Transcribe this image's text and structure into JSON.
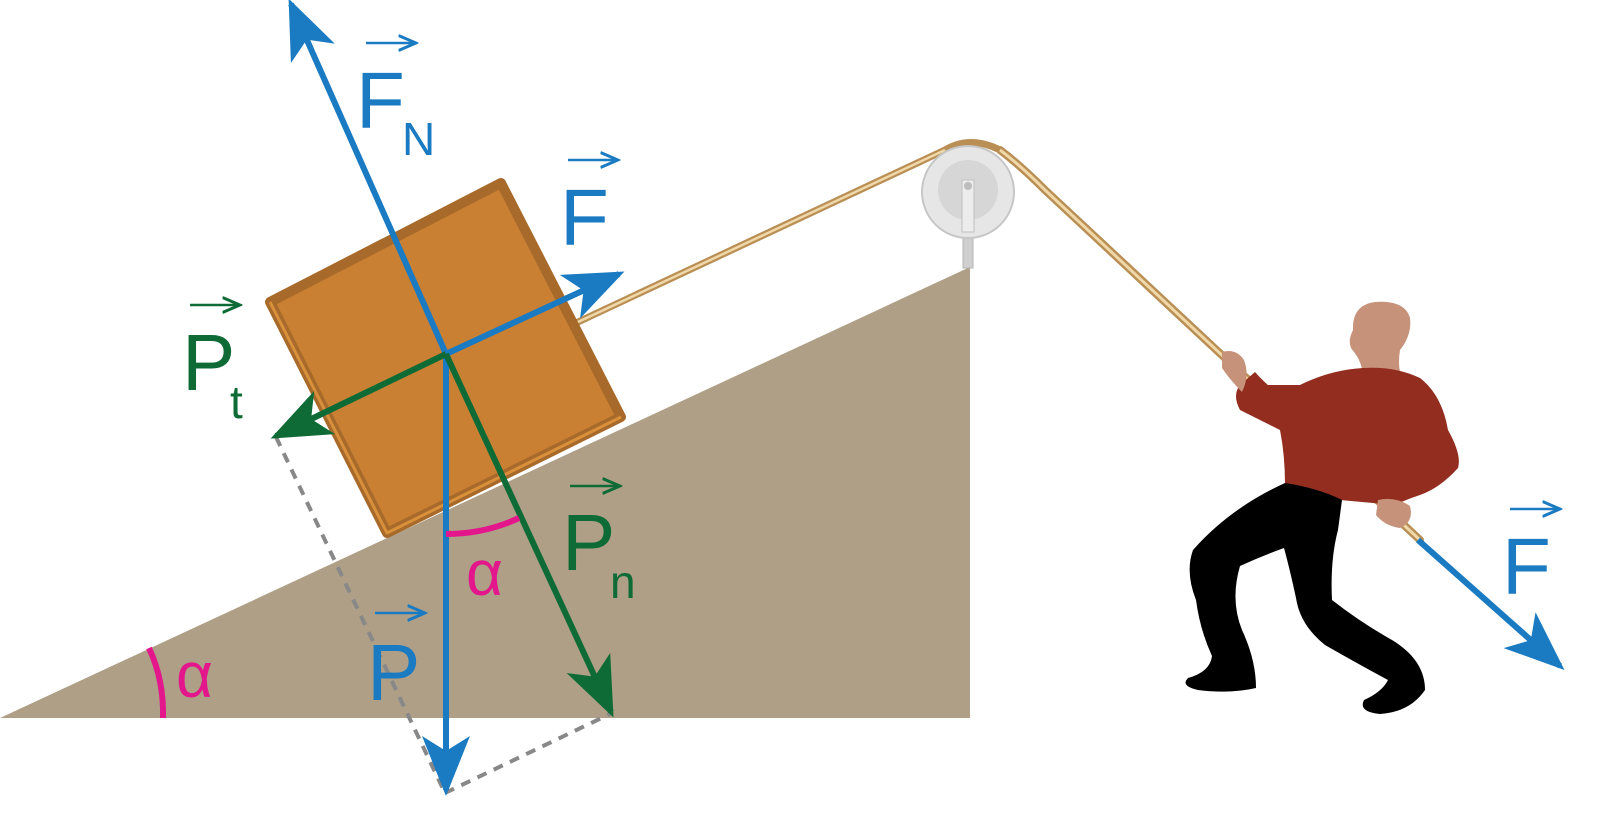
{
  "labels": {
    "normal_force": {
      "main": "F",
      "sub": "N"
    },
    "pull_force_upper": {
      "main": "F"
    },
    "pull_force_right": {
      "main": "F"
    },
    "weight": {
      "main": "P"
    },
    "weight_tangential": {
      "main": "P",
      "sub": "t"
    },
    "weight_normal": {
      "main": "P",
      "sub": "n"
    },
    "angle_ramp": "α",
    "angle_block": "α"
  },
  "colors": {
    "force_blue": "#1a7ac2",
    "component_green": "#0e6b36",
    "angle_pink": "#e3168c",
    "ramp": "#ae9f86",
    "block": "#c98033",
    "block_border": "#a86a2a",
    "rope": "#c8a06a",
    "pulley": "#d0d0d0",
    "shirt": "#922d1f",
    "skin": "#c6927a",
    "pants": "#000000",
    "guide_dash": "#888888"
  },
  "icons": {
    "arrow_vector": "right-arrow-overline",
    "person": "man-pulling-rope-silhouette",
    "pulley": "pulley-wheel"
  }
}
